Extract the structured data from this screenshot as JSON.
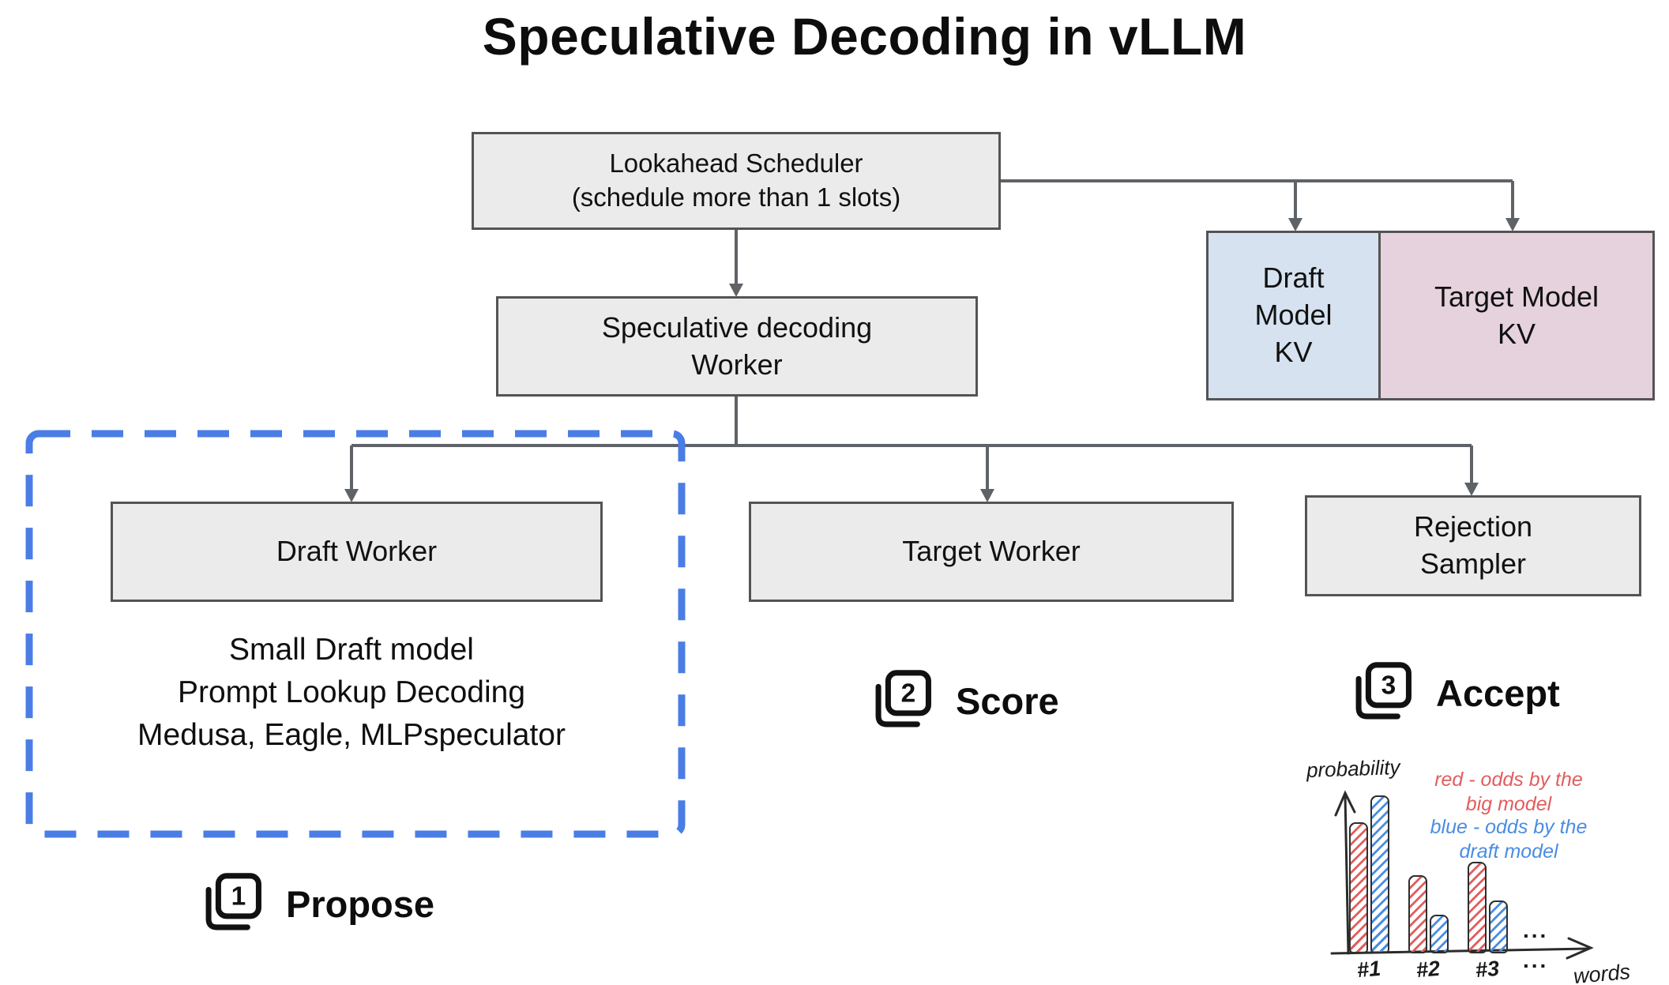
{
  "title": "Speculative Decoding in vLLM",
  "diagram": {
    "scheduler": "Lookahead Scheduler\n(schedule more than 1 slots)",
    "spec_worker": "Speculative decoding\nWorker",
    "draft_kv": "Draft\nModel\nKV",
    "target_kv": "Target Model\nKV",
    "draft_worker": "Draft Worker",
    "target_worker": "Target Worker",
    "rejection_sampler": "Rejection\nSampler",
    "draft_methods": "Small Draft model\nPrompt Lookup Decoding\nMedusa, Eagle, MLPspeculator"
  },
  "steps": [
    {
      "number": "1",
      "label": "Propose"
    },
    {
      "number": "2",
      "label": "Score"
    },
    {
      "number": "3",
      "label": "Accept"
    }
  ],
  "colors": {
    "box_fill": "#ebebeb",
    "box_border": "#545454",
    "draft_kv_fill": "#d6e2f0",
    "target_kv_fill": "#e6d2dc",
    "connector_gray": "#5f6368",
    "dashed_highlight_blue": "#4a7de5",
    "chart_red": "#e25d5d",
    "chart_blue": "#4a8de2"
  },
  "chart_data": {
    "type": "bar",
    "title": "",
    "xlabel": "words",
    "ylabel": "probability",
    "categories": [
      "#1",
      "#2",
      "#3"
    ],
    "ellipsis_above_axis": "...",
    "ellipsis_below_axis": "...",
    "ylim": [
      0,
      1
    ],
    "grid": false,
    "legend_position": "top-right",
    "series": [
      {
        "name": "red - odds by the\nbig model",
        "color": "#e25d5d",
        "values": [
          0.77,
          0.46,
          0.54
        ]
      },
      {
        "name": "blue - odds by the\ndraft model",
        "color": "#4a8de2",
        "values": [
          0.93,
          0.23,
          0.31
        ]
      }
    ]
  }
}
